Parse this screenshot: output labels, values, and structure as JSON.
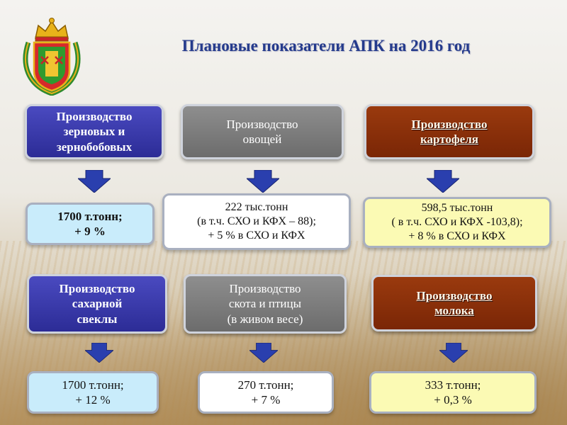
{
  "title": "Плановые показатели АПК на 2016 год",
  "emblem": {
    "icon": "coat-of-arms-icon"
  },
  "row1": {
    "categories": [
      {
        "lines": [
          "Производство",
          "зерновых и",
          "зернобобовых"
        ]
      },
      {
        "lines": [
          "Производство",
          "овощей"
        ]
      },
      {
        "lines": [
          "Производство",
          "картофеля"
        ]
      }
    ],
    "values": [
      {
        "lines": [
          "1700 т.тонн;",
          "+ 9 %"
        ]
      },
      {
        "lines": [
          "222 тыс.тонн",
          "(в т.ч. СХО и КФХ – 88);",
          "+ 5 % в СХО и КФХ"
        ]
      },
      {
        "lines": [
          "598,5 тыс.тонн",
          "( в т.ч. СХО и КФХ -103,8);",
          "+ 8 % в СХО и КФХ"
        ]
      }
    ]
  },
  "row2": {
    "categories": [
      {
        "lines": [
          "Производство",
          "сахарной",
          "свеклы"
        ]
      },
      {
        "lines": [
          "Производство",
          "скота и птицы",
          "(в живом весе)"
        ]
      },
      {
        "lines": [
          "Производство",
          "молока"
        ]
      }
    ],
    "values": [
      {
        "lines": [
          "1700 т.тонн;",
          "+ 12 %"
        ]
      },
      {
        "lines": [
          "270 т.тонн;",
          "+ 7 %"
        ]
      },
      {
        "lines": [
          "333 т.тонн;",
          "+ 0,3 %"
        ]
      }
    ]
  },
  "colors": {
    "title": "#243a8c",
    "blue_box": "#2c2c96",
    "gray_box": "#7a7a7a",
    "brown_box": "#862e0a",
    "light_blue_value": "#c9ecfb",
    "white_value": "#ffffff",
    "yellow_value": "#fbfab4",
    "arrow": "#2a3fae"
  }
}
